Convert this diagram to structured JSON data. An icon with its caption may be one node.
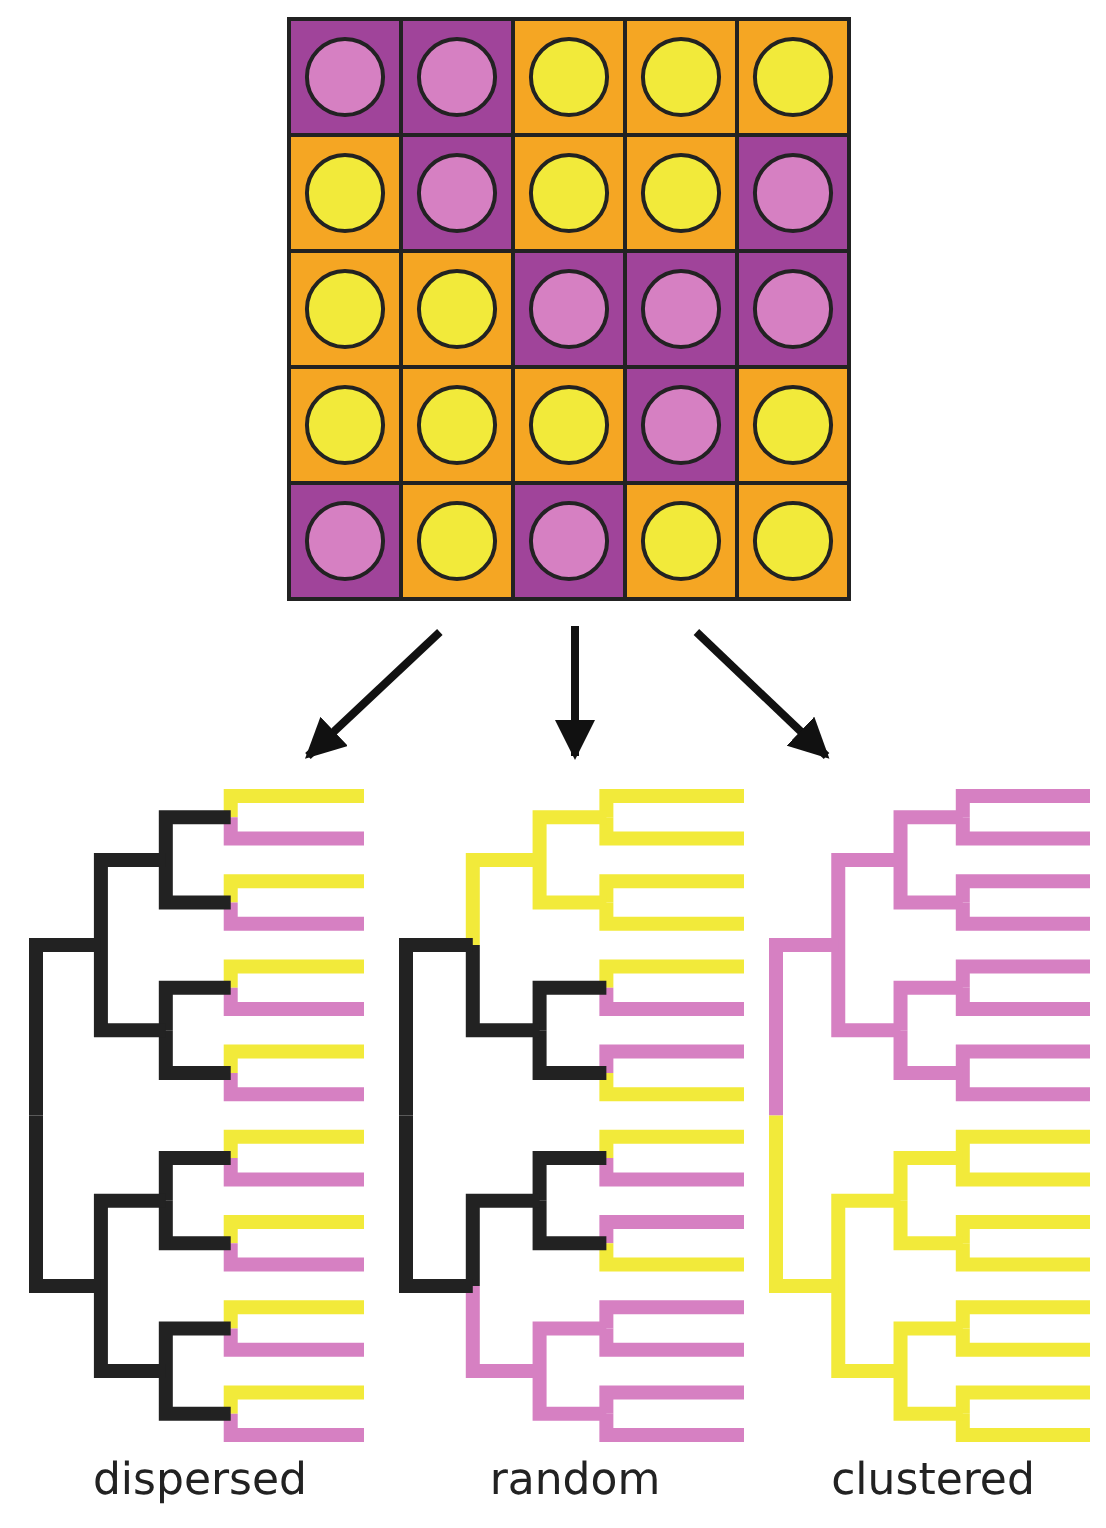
{
  "diagram": {
    "nodes": [
      {
        "text": [],
        "shape": "picture"
      },
      {
        "text": [
          "dispersed"
        ]
      },
      {
        "text": [
          "random"
        ]
      },
      {
        "text": [
          "clustered"
        ]
      }
    ],
    "edges": [
      {
        "from": 0,
        "to": 1,
        "arrow": "to"
      },
      {
        "from": 0,
        "to": 2,
        "arrow": "to"
      },
      {
        "from": 0,
        "to": 3,
        "arrow": "to"
      }
    ]
  }
}
